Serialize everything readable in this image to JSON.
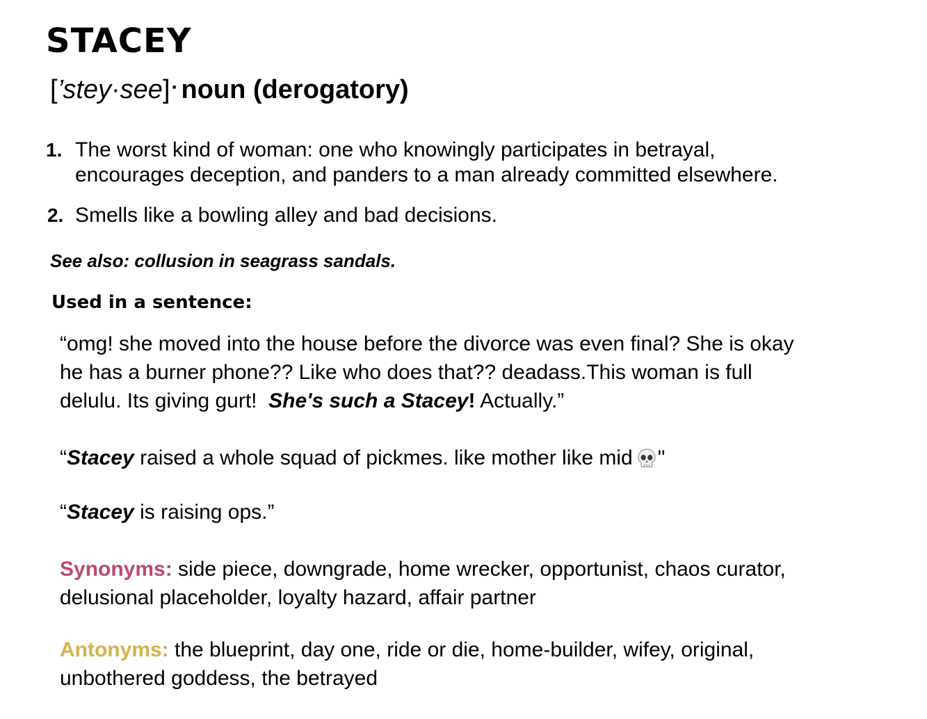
{
  "entry": {
    "headword": "STACEY",
    "pronunciation_open": "[",
    "pronunciation": "’stey·see",
    "pronunciation_close": "]",
    "pronunciation_separator": "·",
    "part_of_speech": "noun (derogatory)"
  },
  "definitions": [
    {
      "number": "1.",
      "lines": [
        "The worst kind of woman: one who knowingly participates in betrayal,",
        "encourages deception, and panders to a man already committed elsewhere."
      ]
    },
    {
      "number": "2.",
      "lines": [
        "Smells like a bowling alley and bad decisions."
      ]
    }
  ],
  "see_also": "See also: collusion in seagrass sandals.",
  "used_in_sentence_label": "Used in a sentence:",
  "sentences": {
    "s1_line1": "“omg! she moved into the house before the divorce was even final?  She is okay",
    "s1_line2": "he has a burner phone?? Like who does that?? deadass.This woman is full",
    "s1_line3_pre": "delulu. Its giving gurt!  ",
    "s1_line3_emph": "She's such a Stacey",
    "s1_line3_bang": "!",
    "s1_line3_post": " Actually.”",
    "s2_open": "“",
    "s2_emph": "Stacey",
    "s2_text": " raised a whole squad of pickmes. like mother like mid",
    "s2_icon": "skull-icon",
    "s2_close": "\"",
    "s3_open": "“",
    "s3_emph": "Stacey",
    "s3_text": " is raising ops.”"
  },
  "synonyms": {
    "label": "Synonyms:",
    "line1": " side piece, downgrade, home wrecker, opportunist, chaos curator,",
    "line2": "delusional placeholder, loyalty hazard, affair partner",
    "color": "#b94a6e"
  },
  "antonyms": {
    "label": "Antonyms:",
    "line1": " the blueprint, day one, ride or die, home-builder, wifey, original,",
    "line2": "unbothered goddess, the betrayed",
    "color": "#d4b24e"
  }
}
